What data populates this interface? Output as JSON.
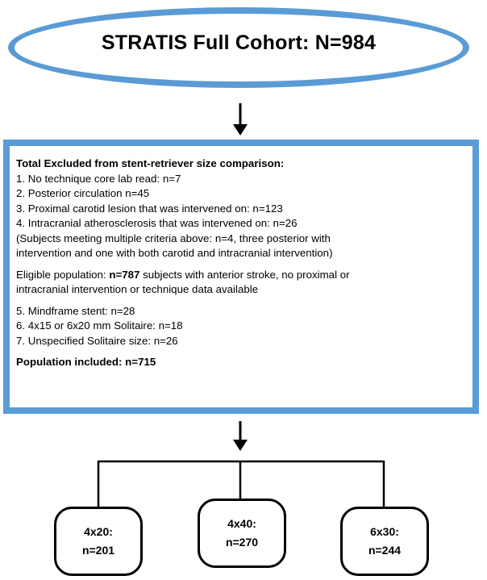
{
  "top": {
    "title": "STRATIS Full Cohort: N=984"
  },
  "criteria": {
    "heading": "Total Excluded from stent-retriever size comparison:",
    "exclusions": [
      "1. No technique core lab read: n=7",
      "2. Posterior circulation n=45",
      "3. Proximal carotid lesion that was intervened on: n=123",
      "4. Intracranial atherosclerosis that was intervened on: n=26"
    ],
    "note_line1": "(Subjects meeting multiple criteria above: n=4, three posterior with",
    "note_line2": "intervention and one with both carotid and intracranial intervention)",
    "eligible_prefix": "Eligible population: ",
    "eligible_value": "n=787",
    "eligible_suffix": " subjects with anterior stroke, no proximal or",
    "eligible_line2": "intracranial  intervention or technique data available",
    "further_exclusions": [
      "5. Mindframe stent: n=28",
      "6. 4x15 or 6x20 mm Solitaire: n=18",
      "7. Unspecified Solitaire size: n=26"
    ],
    "included": "Population included: n=715"
  },
  "groups": [
    {
      "size": "4x20:",
      "count": "n=201"
    },
    {
      "size": "4x40:",
      "count": "n=270"
    },
    {
      "size": "6x30:",
      "count": "n=244"
    }
  ],
  "colors": {
    "box_border": "#5b9bd5",
    "connector": "#000000"
  }
}
